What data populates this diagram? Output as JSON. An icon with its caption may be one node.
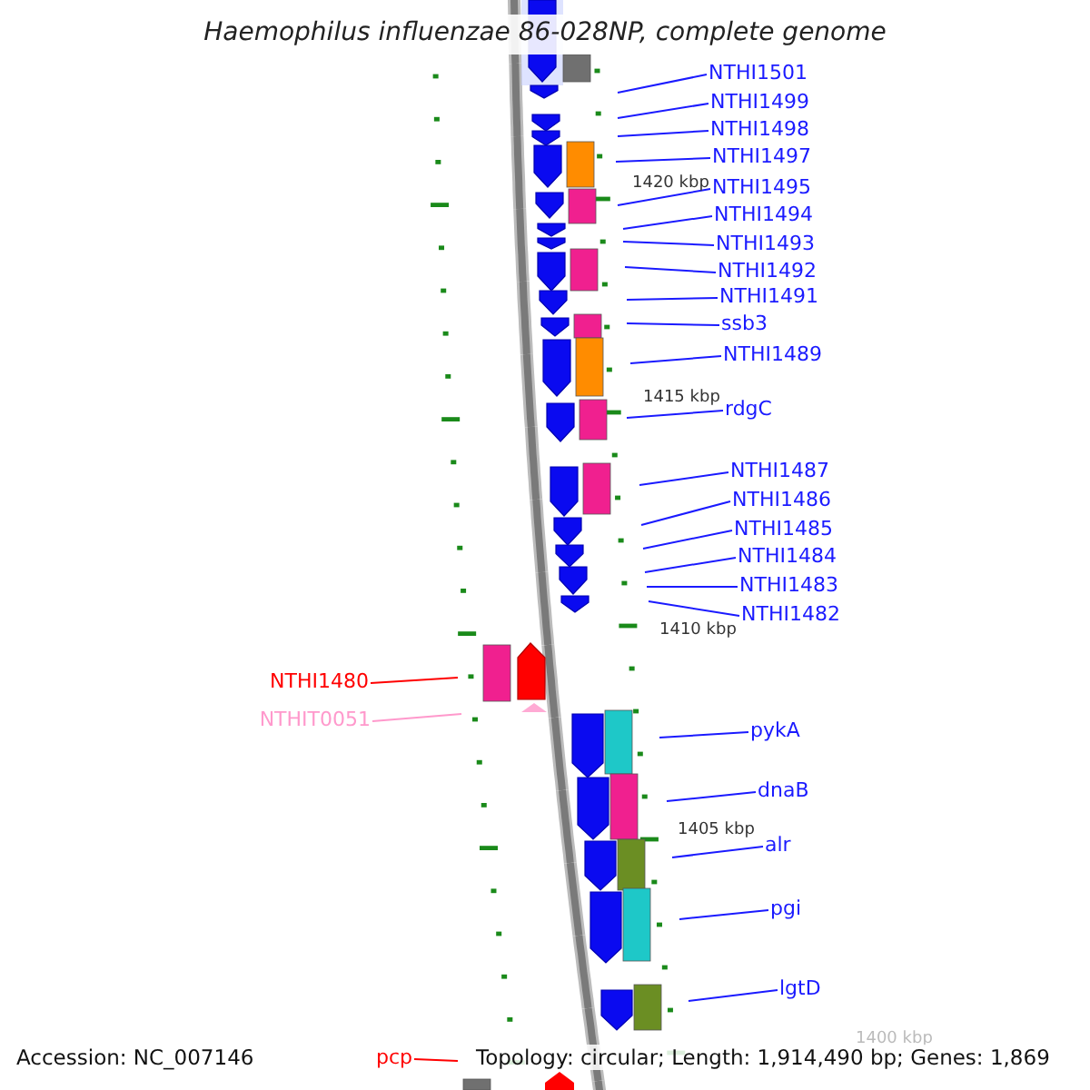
{
  "diagram": {
    "title": "Haemophilus influenzae 86-028NP, complete genome",
    "nodes": [
      {
        "text": [
          "NTHI1501"
        ]
      },
      {
        "text": [
          "NTHI1499"
        ]
      },
      {
        "text": [
          "NTHI1498"
        ]
      },
      {
        "text": [
          "NTHI1497"
        ]
      },
      {
        "text": [
          "NTHI1495"
        ]
      },
      {
        "text": [
          "NTHI1494"
        ]
      },
      {
        "text": [
          "NTHI1493"
        ]
      },
      {
        "text": [
          "NTHI1492"
        ]
      },
      {
        "text": [
          "NTHI1491"
        ]
      },
      {
        "text": [
          "ssb3"
        ]
      },
      {
        "text": [
          "NTHI1489"
        ]
      },
      {
        "text": [
          "rdgC"
        ]
      },
      {
        "text": [
          "NTHI1487"
        ]
      },
      {
        "text": [
          "NTHI1486"
        ]
      },
      {
        "text": [
          "NTHI1485"
        ]
      },
      {
        "text": [
          "NTHI1484"
        ]
      },
      {
        "text": [
          "NTHI1483"
        ]
      },
      {
        "text": [
          "NTHI1482"
        ]
      },
      {
        "text": [
          "NTHI1480"
        ]
      },
      {
        "text": [
          "NTHIT0051"
        ]
      },
      {
        "text": [
          "pykA"
        ]
      },
      {
        "text": [
          "dnaB"
        ]
      },
      {
        "text": [
          "alr"
        ]
      },
      {
        "text": [
          "pgi"
        ]
      },
      {
        "text": [
          "lgtD"
        ]
      },
      {
        "text": [
          "pcp"
        ]
      }
    ],
    "edges": [
      {
        "from": 0,
        "to": null,
        "arrow": "none"
      },
      {
        "from": 1,
        "to": null,
        "arrow": "none"
      },
      {
        "from": 2,
        "to": null,
        "arrow": "none"
      },
      {
        "from": 3,
        "to": null,
        "arrow": "none"
      },
      {
        "from": 4,
        "to": null,
        "arrow": "none"
      },
      {
        "from": 5,
        "to": null,
        "arrow": "none"
      },
      {
        "from": 6,
        "to": null,
        "arrow": "none"
      },
      {
        "from": 7,
        "to": null,
        "arrow": "none"
      },
      {
        "from": 8,
        "to": null,
        "arrow": "none"
      },
      {
        "from": 9,
        "to": null,
        "arrow": "none"
      },
      {
        "from": 10,
        "to": null,
        "arrow": "none"
      },
      {
        "from": 11,
        "to": null,
        "arrow": "none"
      },
      {
        "from": 12,
        "to": null,
        "arrow": "none"
      },
      {
        "from": 13,
        "to": null,
        "arrow": "none"
      },
      {
        "from": 14,
        "to": null,
        "arrow": "none"
      },
      {
        "from": 15,
        "to": null,
        "arrow": "none"
      },
      {
        "from": 16,
        "to": null,
        "arrow": "none"
      },
      {
        "from": 17,
        "to": null,
        "arrow": "none"
      },
      {
        "from": 18,
        "to": null,
        "arrow": "none",
        "color": "#ff0000"
      },
      {
        "from": 19,
        "to": null,
        "arrow": "none",
        "color": "#ff99cc"
      },
      {
        "from": 20,
        "to": null,
        "arrow": "none"
      },
      {
        "from": 21,
        "to": null,
        "arrow": "none"
      },
      {
        "from": 22,
        "to": null,
        "arrow": "none"
      },
      {
        "from": 23,
        "to": null,
        "arrow": "none"
      },
      {
        "from": 24,
        "to": null,
        "arrow": "none"
      },
      {
        "from": 25,
        "to": null,
        "arrow": "none",
        "color": "#ff0000"
      }
    ],
    "labels": [
      "1420 kbp",
      "1415 kbp",
      "1410 kbp",
      "1405 kbp",
      "1400 kbp",
      "Accession: NC_007146",
      "Topology: circular; Length: 1,914,490 bp; Genes: 1,869"
    ]
  }
}
